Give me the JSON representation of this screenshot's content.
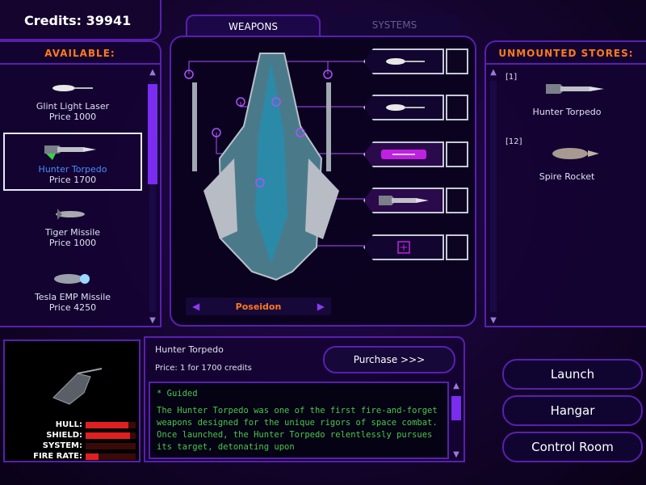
{
  "header": {
    "credits_label": "Credits: 39941",
    "tabs": [
      {
        "label": "WEAPONS",
        "active": true
      },
      {
        "label": "SYSTEMS",
        "active": false
      }
    ]
  },
  "available": {
    "title": "AVAILABLE:",
    "items": [
      {
        "name": "Glint Light Laser",
        "price": "Price 1000",
        "selected": false,
        "icon": "laser-icon"
      },
      {
        "name": "Hunter Torpedo",
        "price": "Price 1700",
        "selected": true,
        "icon": "torpedo-icon"
      },
      {
        "name": "Tiger Missile",
        "price": "Price 1000",
        "selected": false,
        "icon": "missile-icon"
      },
      {
        "name": "Tesla EMP Missile",
        "price": "Price 4250",
        "selected": false,
        "icon": "emp-missile-icon"
      }
    ]
  },
  "ship": {
    "name": "Poseidon"
  },
  "unmounted": {
    "title": "UNMOUNTED STORES:",
    "items": [
      {
        "qty": "[1]",
        "name": "Hunter Torpedo",
        "icon": "torpedo-icon"
      },
      {
        "qty": "[12]",
        "name": "Spire Rocket",
        "icon": "rocket-icon"
      }
    ]
  },
  "stats": [
    {
      "label": "HULL:",
      "level": 0.85
    },
    {
      "label": "SHIELD:",
      "level": 0.88
    },
    {
      "label": "SYSTEM:",
      "level": 0.0
    },
    {
      "label": "FIRE RATE:",
      "level": 0.25
    }
  ],
  "info": {
    "name": "Hunter Torpedo",
    "price": "Price: 1 for 1700 credits",
    "purchase_label": "Purchase >>>",
    "desc_tag": "* Guided",
    "desc_body": "The Hunter Torpedo was one of the first fire-and-forget weapons designed for the unique rigors of space combat. Once launched, the Hunter Torpedo relentlessly pursues its target, detonating upon"
  },
  "menu": {
    "launch": "Launch",
    "hangar": "Hangar",
    "control_room": "Control Room"
  },
  "colors": {
    "accent": "#ff7a1c",
    "frame": "#5a1fb0",
    "selected_text": "#4a8cff",
    "desc_text": "#4ac84a"
  }
}
